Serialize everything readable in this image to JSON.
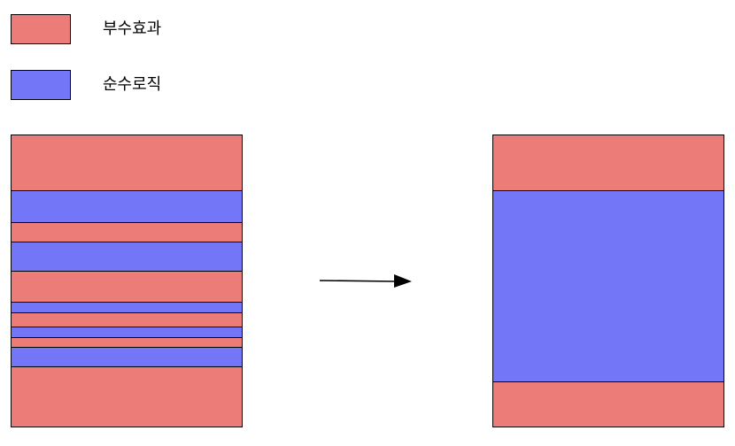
{
  "colors": {
    "side_effect": "#ec7c78",
    "pure_logic": "#7376f7"
  },
  "legend": [
    {
      "key": "side_effect",
      "label": "부수효과"
    },
    {
      "key": "pure_logic",
      "label": "순수로직"
    }
  ],
  "before": {
    "segments": [
      {
        "type": "side_effect",
        "share": 0.192
      },
      {
        "type": "pure_logic",
        "share": 0.108
      },
      {
        "type": "side_effect",
        "share": 0.069
      },
      {
        "type": "pure_logic",
        "share": 0.099
      },
      {
        "type": "side_effect",
        "share": 0.108
      },
      {
        "type": "pure_logic",
        "share": 0.036
      },
      {
        "type": "side_effect",
        "share": 0.048
      },
      {
        "type": "pure_logic",
        "share": 0.036
      },
      {
        "type": "side_effect",
        "share": 0.033
      },
      {
        "type": "pure_logic",
        "share": 0.069
      },
      {
        "type": "side_effect",
        "share": 0.202
      }
    ]
  },
  "after": {
    "segments": [
      {
        "type": "side_effect",
        "share": 0.192
      },
      {
        "type": "pure_logic",
        "share": 0.656
      },
      {
        "type": "side_effect",
        "share": 0.152
      }
    ]
  },
  "arrow_icon": "right-arrow-icon"
}
